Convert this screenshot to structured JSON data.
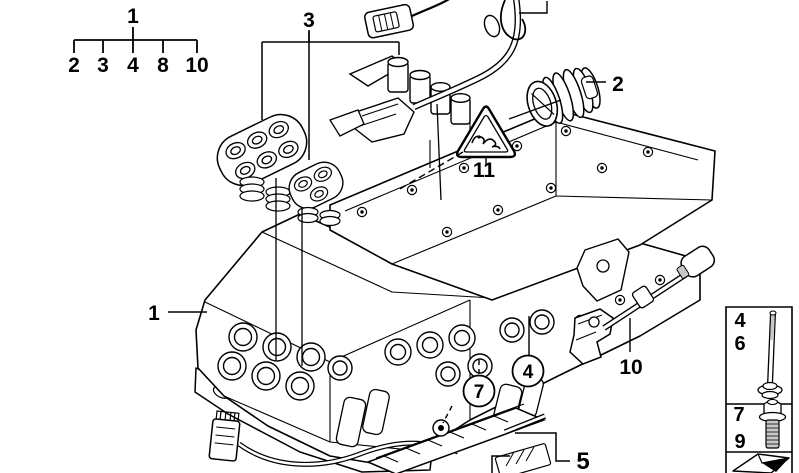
{
  "diagram": {
    "type": "exploded-parts-diagram",
    "colors": {
      "line": "#000000",
      "shade": "#c8c8c8",
      "background": "#ffffff"
    },
    "legend_tree": {
      "root": "1",
      "children": [
        "2",
        "3",
        "4",
        "8",
        "10"
      ]
    },
    "callouts": {
      "valve_body": "1",
      "sleeve": "2",
      "solenoid_seals": "3",
      "bracket_circled": "4",
      "bottom_assembly": "5",
      "rail_circled": "7",
      "position_sensor": "10",
      "warning_triangle": "11"
    },
    "hardware_box": {
      "cells": [
        {
          "labels": [
            "4",
            "6"
          ],
          "icon": "long-bolt-icon"
        },
        {
          "labels": [
            "7",
            "9"
          ],
          "icon": "flanged-screw-icon"
        },
        {
          "labels": [],
          "icon": "retaining-clip-icon"
        }
      ]
    },
    "icons": {
      "warning": "warning-triangle-icon",
      "long_bolt": "long-bolt-icon",
      "flanged_screw": "flanged-screw-icon",
      "clip": "retaining-clip-icon"
    }
  }
}
